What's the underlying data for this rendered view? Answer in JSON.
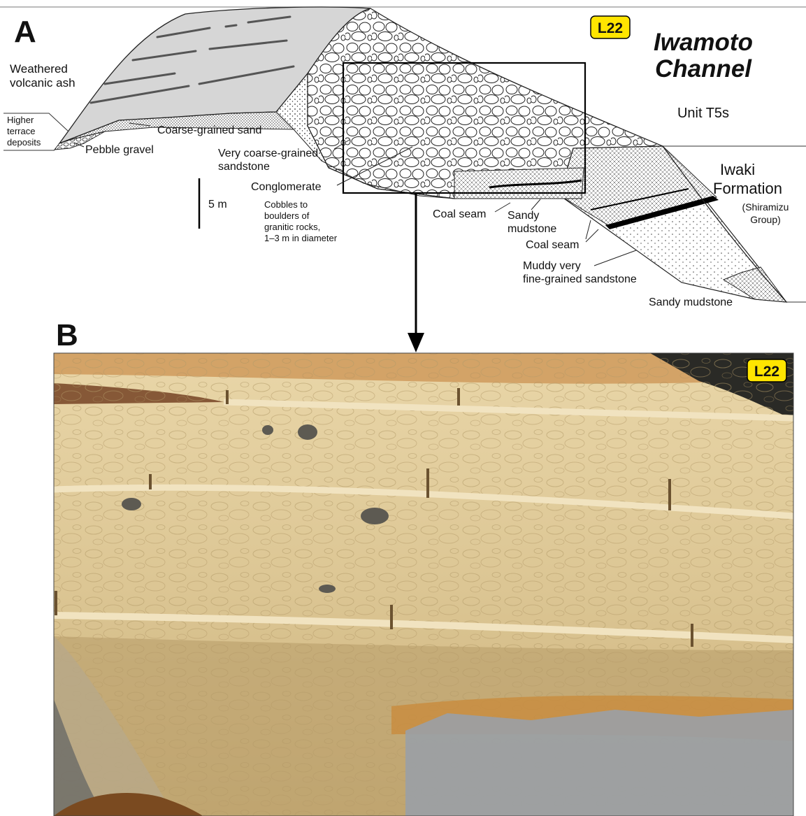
{
  "panel_a": {
    "letter": "A",
    "badge": "L22",
    "title_line1": "Iwamoto",
    "title_line2": "Channel",
    "unit": "Unit T5s",
    "scale_label": "5 m",
    "labels": {
      "weathered_line1": "Weathered",
      "weathered_line2": "volcanic ash",
      "higher_line1": "Higher",
      "higher_line2": "terrace",
      "higher_line3": "deposits",
      "pebble_gravel": "Pebble gravel",
      "coarse_sand": "Coarse-grained sand",
      "vcs_line1": "Very coarse-grained",
      "vcs_line2": "sandstone",
      "conglomerate": "Conglomerate",
      "cobbles_line1": "Cobbles to",
      "cobbles_line2": "boulders of",
      "cobbles_line3": "granitic rocks,",
      "cobbles_line4": "1–3 m in diameter",
      "coal_seam_1": "Coal seam",
      "sandy_mud_line1": "Sandy",
      "sandy_mud_line2": "mudstone",
      "coal_seam_2": "Coal seam",
      "iwaki_line1": "Iwaki",
      "iwaki_line2": "Formation",
      "shiramizu_line1": "(Shiramizu",
      "shiramizu_line2": "Group)",
      "muddy_line1": "Muddy very",
      "muddy_line2": "fine-grained sandstone",
      "sandy_mudstone_bottom": "Sandy mudstone"
    }
  },
  "panel_b": {
    "letter": "B",
    "badge": "L22"
  },
  "colors": {
    "ash": "#d6d6d6",
    "badge": "#ffe500",
    "sand": "#c9b78c",
    "orange": "#c98a3a",
    "grey_rock": "#9aa0a6"
  }
}
